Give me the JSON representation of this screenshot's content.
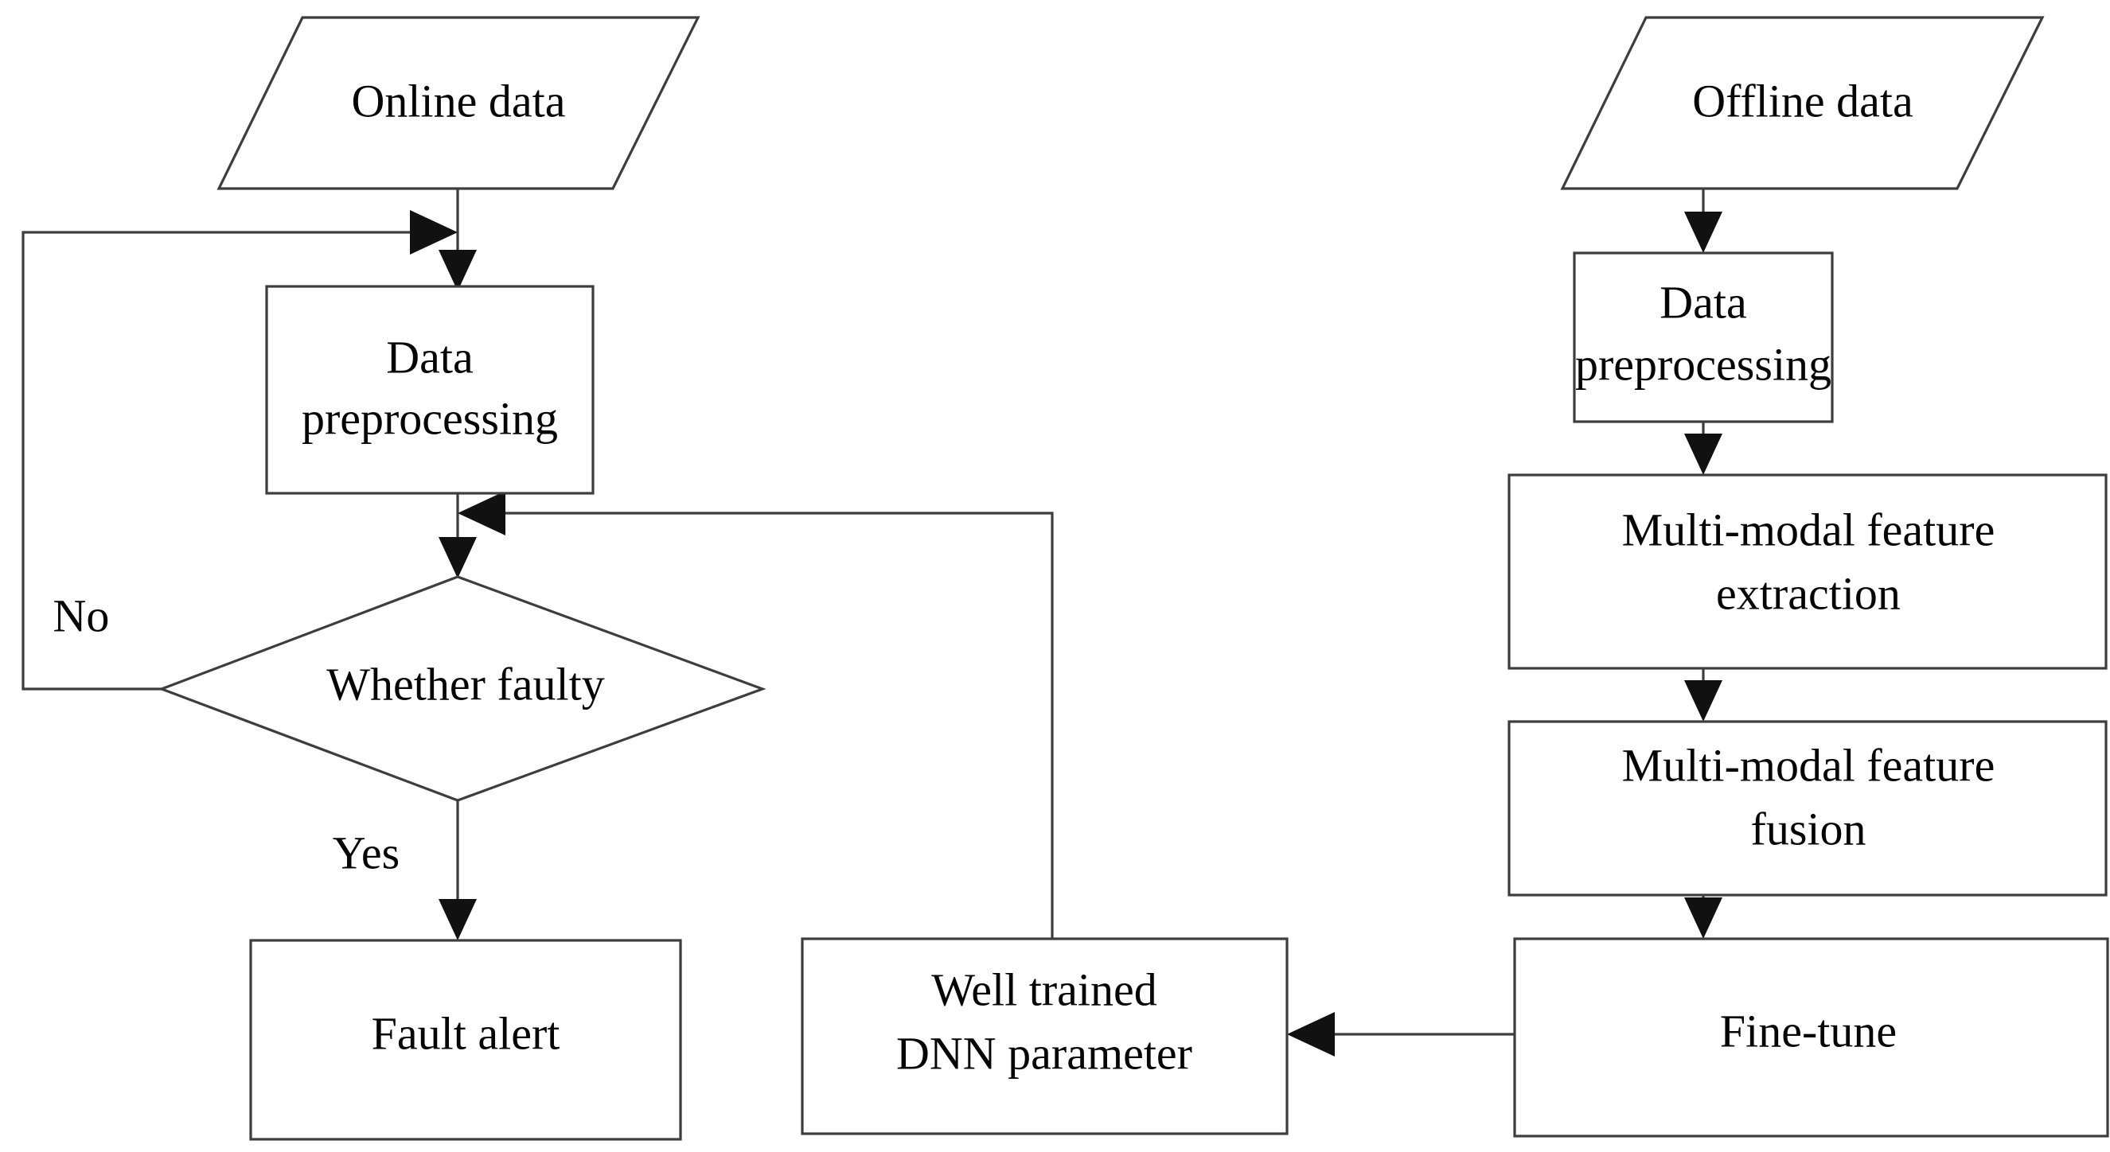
{
  "diagram": {
    "type": "flowchart",
    "title": "",
    "orientation": "two-column: online inference (left) and offline training (right)",
    "background_color": "#ffffff",
    "line_color": "#3d3d3d",
    "text_color": "#050505",
    "nodes": [
      {
        "id": "online_data",
        "label": "Online data",
        "shape": "parallelogram",
        "column": "left"
      },
      {
        "id": "data_prep_online",
        "label": "Data\npreprocessing",
        "line1": "Data",
        "line2": "preprocessing",
        "shape": "rectangle",
        "column": "left"
      },
      {
        "id": "whether_faulty",
        "label": "Whether faulty",
        "shape": "diamond",
        "column": "left"
      },
      {
        "id": "fault_alert",
        "label": "Fault alert",
        "shape": "rectangle",
        "column": "left"
      },
      {
        "id": "dnn_parameter",
        "label": "Well trained\nDNN parameter",
        "line1": "Well trained",
        "line2": "DNN parameter",
        "shape": "rectangle",
        "column": "center"
      },
      {
        "id": "offline_data",
        "label": "Offline data",
        "shape": "parallelogram",
        "column": "right"
      },
      {
        "id": "data_prep_offline",
        "label": "Data\npreprocessing",
        "line1": "Data",
        "line2": "preprocessing",
        "shape": "rectangle",
        "column": "right"
      },
      {
        "id": "feature_extraction",
        "label": "Multi-modal feature\nextraction",
        "line1": "Multi-modal feature",
        "line2": "extraction",
        "shape": "rectangle",
        "column": "right"
      },
      {
        "id": "feature_fusion",
        "label": "Multi-modal feature\nfusion",
        "line1": "Multi-modal feature",
        "line2": "fusion",
        "shape": "rectangle",
        "column": "right"
      },
      {
        "id": "fine_tune",
        "label": "Fine-tune",
        "shape": "rectangle",
        "column": "right"
      }
    ],
    "edges": [
      {
        "from": "online_data",
        "to": "data_prep_online",
        "label": ""
      },
      {
        "from": "data_prep_online",
        "to": "whether_faulty",
        "label": ""
      },
      {
        "from": "whether_faulty",
        "to": "fault_alert",
        "label": "Yes"
      },
      {
        "from": "whether_faulty",
        "to": "data_prep_online",
        "label": "No"
      },
      {
        "from": "dnn_parameter",
        "to": "whether_faulty",
        "label": ""
      },
      {
        "from": "offline_data",
        "to": "data_prep_offline",
        "label": ""
      },
      {
        "from": "data_prep_offline",
        "to": "feature_extraction",
        "label": ""
      },
      {
        "from": "feature_extraction",
        "to": "feature_fusion",
        "label": ""
      },
      {
        "from": "feature_fusion",
        "to": "fine_tune",
        "label": ""
      },
      {
        "from": "fine_tune",
        "to": "dnn_parameter",
        "label": ""
      }
    ],
    "edge_labels": {
      "no": "No",
      "yes": "Yes"
    }
  }
}
